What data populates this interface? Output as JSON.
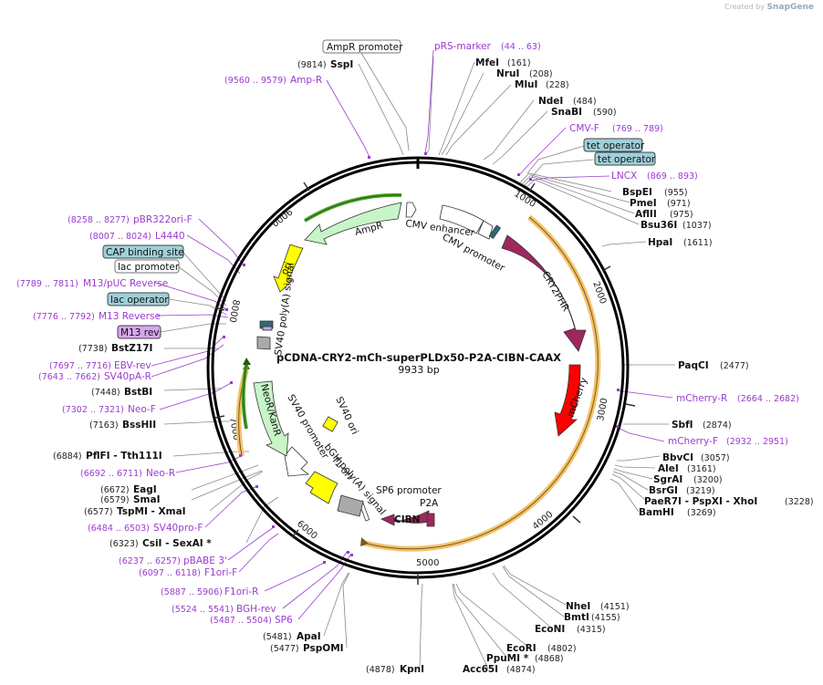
{
  "credit": {
    "prefix": "Created by",
    "brand": "SnapGene"
  },
  "plasmid": {
    "name": "pCDNA-CRY2-mCh-superPLDx50-P2A-CIBN-CAAX",
    "size": "9933 bp"
  },
  "ticks": [
    "1000",
    "2000",
    "3000",
    "4000",
    "5000",
    "6000",
    "7000",
    "8000",
    "9000"
  ],
  "features": [
    {
      "name": "AmpR",
      "color": "#c8f5c8"
    },
    {
      "name": "ori",
      "color": "#ffff00"
    },
    {
      "name": "CMV enhancer",
      "color": "#ffffff"
    },
    {
      "name": "CMV promoter",
      "color": "#ffffff"
    },
    {
      "name": "CRY2PHR",
      "color": "#a0275c"
    },
    {
      "name": "mCherry",
      "color": "#ff0000"
    },
    {
      "name": "CIBN",
      "color": "#a0275c"
    },
    {
      "name": "P2A",
      "color": "#a0275c"
    },
    {
      "name": "SP6 promoter",
      "color": "#ffffff"
    },
    {
      "name": "bGH poly(A) signal",
      "color": "#aaaaaa"
    },
    {
      "name": "f1 ori",
      "color": "#ffff00"
    },
    {
      "name": "SV40 promoter",
      "color": "#ffffff"
    },
    {
      "name": "NeoR/KanR",
      "color": "#c8f5c8"
    },
    {
      "name": "SV40 poly(A) signal",
      "color": "#aaaaaa"
    },
    {
      "name": "SV40 ori",
      "color": "#ffff00"
    }
  ],
  "boxes": [
    "AmpR promoter",
    "tet operator",
    "tet operator",
    "CAP binding site",
    "lac promoter",
    "lac operator",
    "M13 rev"
  ],
  "enzymes_right": [
    {
      "name": "MfeI",
      "pos": "(161)"
    },
    {
      "name": "NruI",
      "pos": "(208)"
    },
    {
      "name": "MluI",
      "pos": "(228)"
    },
    {
      "name": "NdeI",
      "pos": "(484)"
    },
    {
      "name": "SnaBI",
      "pos": "(590)"
    },
    {
      "name": "BspEI",
      "pos": "(955)"
    },
    {
      "name": "PmeI",
      "pos": "(971)"
    },
    {
      "name": "AflII",
      "pos": "(975)"
    },
    {
      "name": "Bsu36I",
      "pos": "(1037)"
    },
    {
      "name": "HpaI",
      "pos": "(1611)"
    },
    {
      "name": "PaqCI",
      "pos": "(2477)"
    },
    {
      "name": "SbfI",
      "pos": "(2874)"
    },
    {
      "name": "BbvCI",
      "pos": "(3057)"
    },
    {
      "name": "AleI",
      "pos": "(3161)"
    },
    {
      "name": "SgrAI",
      "pos": "(3200)"
    },
    {
      "name": "BsrGI",
      "pos": "(3219)"
    },
    {
      "name": "PaeR7I - PspXI - XhoI",
      "pos": "(3228)"
    },
    {
      "name": "BamHI",
      "pos": "(3269)"
    },
    {
      "name": "NheI",
      "pos": "(4151)"
    },
    {
      "name": "BmtI",
      "pos": "(4155)"
    },
    {
      "name": "EcoNI",
      "pos": "(4315)"
    },
    {
      "name": "EcoRI",
      "pos": "(4802)"
    },
    {
      "name": "PpuMI *",
      "pos": "(4868)"
    },
    {
      "name": "Acc65I",
      "pos": "(4874)"
    }
  ],
  "enzymes_left": [
    {
      "name": "SspI",
      "pos": "(9814)"
    },
    {
      "name": "BstZ17I",
      "pos": "(7738)"
    },
    {
      "name": "BstBI",
      "pos": "(7448)"
    },
    {
      "name": "BssHII",
      "pos": "(7163)"
    },
    {
      "name": "PflFI - Tth111I",
      "pos": "(6884)"
    },
    {
      "name": "EagI",
      "pos": "(6672)"
    },
    {
      "name": "SmaI",
      "pos": "(6579)"
    },
    {
      "name": "TspMI - XmaI",
      "pos": "(6577)"
    },
    {
      "name": "CsiI - SexAI *",
      "pos": "(6323)"
    },
    {
      "name": "ApaI",
      "pos": "(5481)"
    },
    {
      "name": "PspOMI",
      "pos": "(5477)"
    },
    {
      "name": "KpnI",
      "pos": "(4878)"
    }
  ],
  "primers": [
    {
      "name": "pRS-marker",
      "pos": "(44 .. 63)"
    },
    {
      "name": "CMV-F",
      "pos": "(769 .. 789)"
    },
    {
      "name": "LNCX",
      "pos": "(869 .. 893)"
    },
    {
      "name": "mCherry-R",
      "pos": "(2664 .. 2682)"
    },
    {
      "name": "mCherry-F",
      "pos": "(2932 .. 2951)"
    },
    {
      "name": "Amp-R",
      "pos": "(9560 .. 9579)"
    },
    {
      "name": "pBR322ori-F",
      "pos": "(8258 .. 8277)"
    },
    {
      "name": "L4440",
      "pos": "(8007 .. 8024)"
    },
    {
      "name": "M13/pUC Reverse",
      "pos": "(7789 .. 7811)"
    },
    {
      "name": "M13 Reverse",
      "pos": "(7776 .. 7792)"
    },
    {
      "name": "EBV-rev",
      "pos": "(7697 .. 7716)"
    },
    {
      "name": "SV40pA-R",
      "pos": "(7643 .. 7662)"
    },
    {
      "name": "Neo-F",
      "pos": "(7302 .. 7321)"
    },
    {
      "name": "Neo-R",
      "pos": "(6692 .. 6711)"
    },
    {
      "name": "SV40pro-F",
      "pos": "(6484 .. 6503)"
    },
    {
      "name": "pBABE 3'",
      "pos": "(6237 .. 6257)"
    },
    {
      "name": "F1ori-F",
      "pos": "(6097 .. 6118)"
    },
    {
      "name": "F1ori-R",
      "pos": "(5887 .. 5906)"
    },
    {
      "name": "BGH-rev",
      "pos": "(5524 .. 5541)"
    },
    {
      "name": "SP6",
      "pos": "(5487 .. 5504)"
    }
  ],
  "colors": {
    "backbone": "#000000",
    "primer": "#9b3bd0",
    "orf_highlight": "#f3c26b",
    "orf_arrow": "#a0275c"
  }
}
